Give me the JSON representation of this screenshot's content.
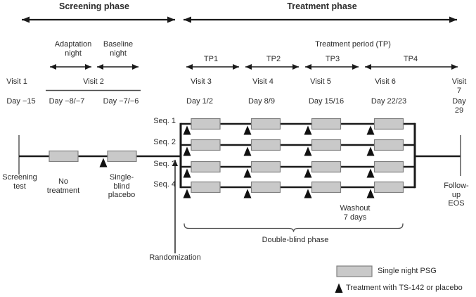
{
  "titles": {
    "screening_phase": "Screening phase",
    "treatment_phase": "Treatment phase",
    "treatment_period": "Treatment period (TP)"
  },
  "screening": {
    "adaptation_night": "Adaptation\nnight",
    "baseline_night": "Baseline\nnight",
    "visit1": "Visit 1",
    "visit2": "Visit 2",
    "day_minus15": "Day −15",
    "day_minus8_7": "Day −8/−7",
    "day_minus7_6": "Day −7/−6",
    "screening_test": "Screening\ntest",
    "no_treatment": "No\ntreatment",
    "single_blind_placebo": "Single-\nblind\nplacebo"
  },
  "treatment": {
    "periods": [
      "TP1",
      "TP2",
      "TP3",
      "TP4"
    ],
    "visits": [
      "Visit 3",
      "Visit 4",
      "Visit 5",
      "Visit 6",
      "Visit 7"
    ],
    "days": [
      "Day 1/2",
      "Day 8/9",
      "Day 15/16",
      "Day 22/23",
      "Day 29"
    ],
    "sequences": [
      "Seq. 1",
      "Seq. 2",
      "Seq. 3",
      "Seq. 4"
    ],
    "randomization": "Randomization",
    "washout": "Washout\n7 days",
    "double_blind_phase": "Double-blind phase",
    "follow_up": "Follow-up\nEOS"
  },
  "legend": {
    "psg_label": "Single night PSG",
    "treatment_label": "Treatment with TS-142 or placebo"
  },
  "colors": {
    "line": "#1a1a1a",
    "thin_line": "#4d4d4d",
    "box_fill": "#c9c9c9",
    "box_border": "#808080",
    "triangle": "#111111",
    "text": "#2b2b2b"
  }
}
